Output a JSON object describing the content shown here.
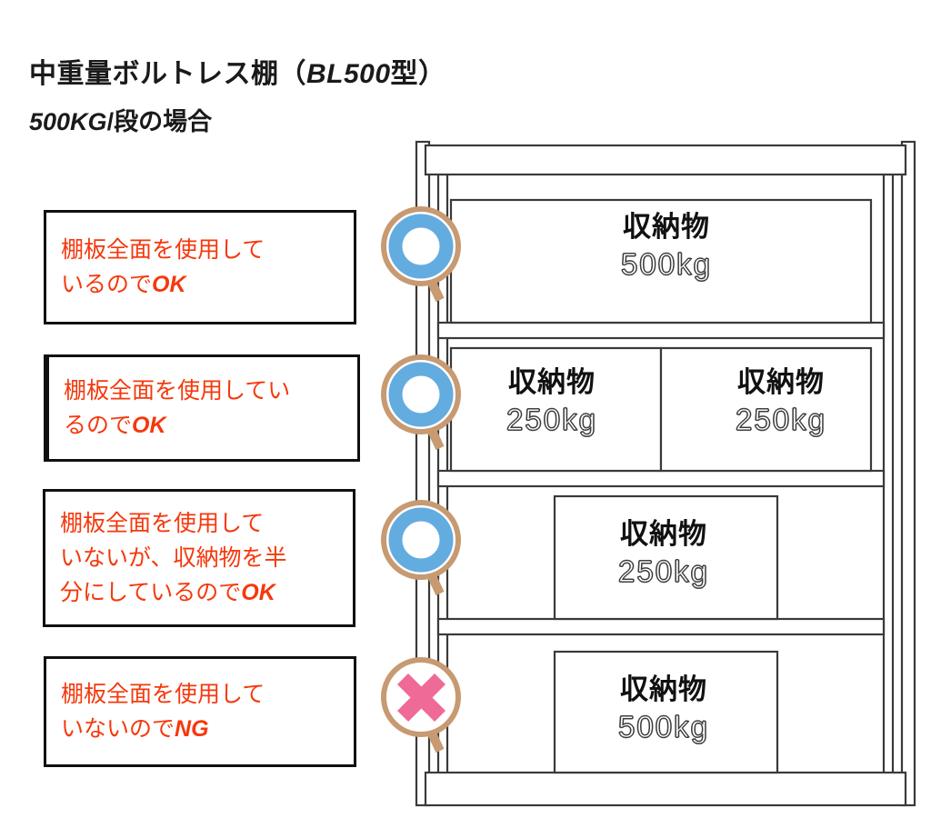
{
  "header": {
    "title_prefix": "中重量ボルトレス棚（",
    "title_model": "BL500",
    "title_suffix": "型）",
    "subtitle_weight": "500KG",
    "subtitle_rest": "/段の場合"
  },
  "colors": {
    "callout_text": "#f5380c",
    "callout_border": "#101010",
    "marker_ring": "#c79a72",
    "marker_ok_blue": "#63ace0",
    "marker_ng_pink": "#ef6a96",
    "rack_line": "#3a3a3a",
    "label_dark": "#111111"
  },
  "callouts": [
    {
      "id": "callout-1",
      "lines": [
        "棚板全面を使用して",
        "いるので"
      ],
      "verdict": "OK",
      "verdict_line_index": 1
    },
    {
      "id": "callout-2",
      "lines": [
        "棚板全面を使用してい",
        "るので"
      ],
      "verdict": "OK",
      "verdict_line_index": 1
    },
    {
      "id": "callout-3",
      "lines": [
        "棚板全面を使用して",
        "いないが、収納物を半",
        "分にしているので"
      ],
      "verdict": "OK",
      "verdict_line_index": 2
    },
    {
      "id": "callout-4",
      "lines": [
        "棚板全面を使用して",
        "いないので"
      ],
      "verdict": "NG",
      "verdict_line_index": 1
    }
  ],
  "markers": [
    {
      "id": "marker-1",
      "type": "ok",
      "icon": "magnifier-circle-ok-icon"
    },
    {
      "id": "marker-2",
      "type": "ok",
      "icon": "magnifier-circle-ok-icon"
    },
    {
      "id": "marker-3",
      "type": "ok",
      "icon": "magnifier-circle-ok-icon"
    },
    {
      "id": "marker-4",
      "type": "ng",
      "icon": "magnifier-cross-ng-icon"
    }
  ],
  "rack": {
    "shelf_levels": 4,
    "loads": [
      {
        "id": "load-1",
        "shelf": 1,
        "item": "収納物",
        "weight": "500kg",
        "coverage": "full"
      },
      {
        "id": "load-2a",
        "shelf": 2,
        "item": "収納物",
        "weight": "250kg",
        "coverage": "half-left"
      },
      {
        "id": "load-2b",
        "shelf": 2,
        "item": "収納物",
        "weight": "250kg",
        "coverage": "half-right"
      },
      {
        "id": "load-3",
        "shelf": 3,
        "item": "収納物",
        "weight": "250kg",
        "coverage": "partial"
      },
      {
        "id": "load-4",
        "shelf": 4,
        "item": "収納物",
        "weight": "500kg",
        "coverage": "partial"
      }
    ]
  }
}
